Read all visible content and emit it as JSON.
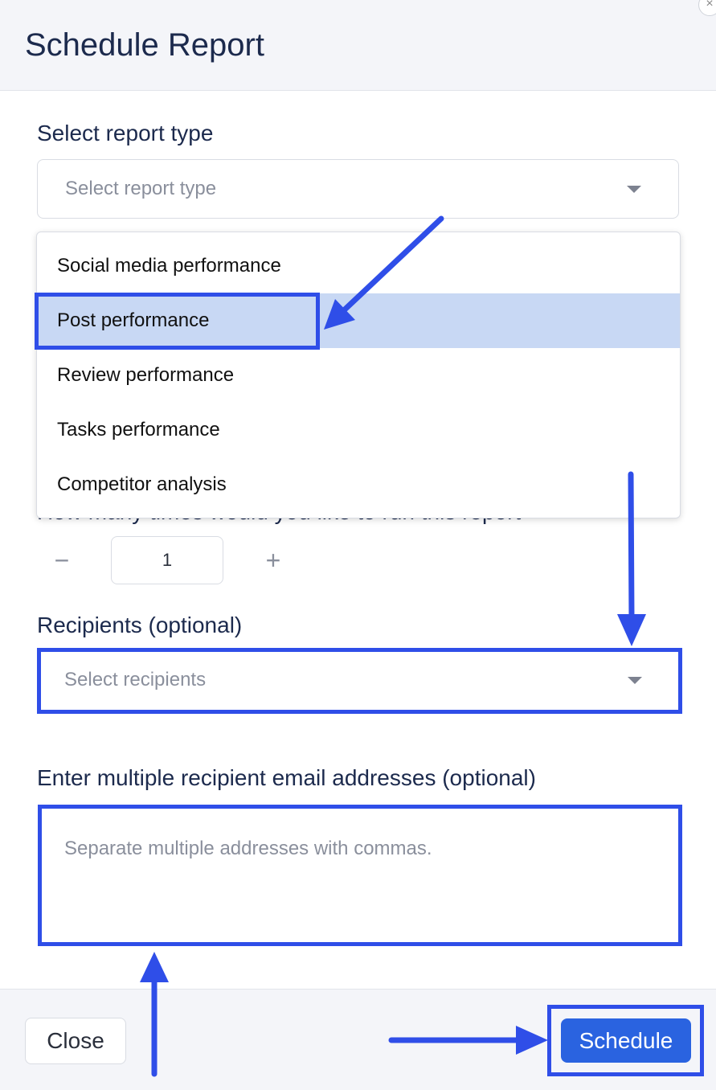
{
  "modal": {
    "title": "Schedule Report",
    "close_glyph": "×"
  },
  "report_type": {
    "label": "Select report type",
    "placeholder": "Select report type"
  },
  "dropdown": {
    "options": [
      {
        "label": "Social media performance",
        "selected": false
      },
      {
        "label": "Post performance",
        "selected": true
      },
      {
        "label": "Review performance",
        "selected": false
      },
      {
        "label": "Tasks performance",
        "selected": false
      },
      {
        "label": "Competitor analysis",
        "selected": false
      }
    ]
  },
  "run_count": {
    "label": "How many times would you like to run this report",
    "minus_glyph": "−",
    "plus_glyph": "+",
    "value": "1"
  },
  "recipients": {
    "label": "Recipients (optional)",
    "placeholder": "Select recipients"
  },
  "emails": {
    "label": "Enter multiple recipient email addresses (optional)",
    "placeholder": "Separate multiple addresses with commas."
  },
  "footer": {
    "close_label": "Close",
    "schedule_label": "Schedule"
  },
  "colors": {
    "annotation": "#2f4ee8",
    "primary_button": "#2a63e0",
    "selected_option": "#c8d8f4",
    "header_bg": "#f4f5f9"
  }
}
